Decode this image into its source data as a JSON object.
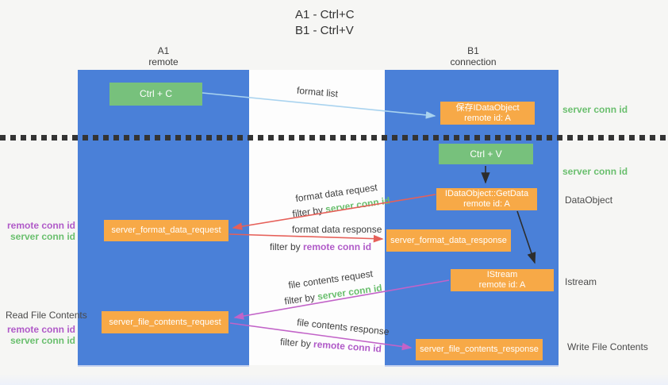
{
  "title": {
    "line1": "A1 - Ctrl+C",
    "line2": "B1 - Ctrl+V"
  },
  "lanes": {
    "left": {
      "header1": "A1",
      "header2": "remote"
    },
    "right": {
      "header1": "B1",
      "header2": "connection"
    }
  },
  "nodes": {
    "ctrl_c": {
      "label": "Ctrl + C"
    },
    "save_dataobject": {
      "line1": "保存IDataObject",
      "line2": "remote id: A"
    },
    "ctrl_v": {
      "label": "Ctrl + V"
    },
    "getdata": {
      "line1": "IDataObject::GetData",
      "line2": "remote id: A"
    },
    "istream": {
      "line1": "IStream",
      "line2": "remote id: A"
    },
    "format_request": {
      "label": "server_format_data_request"
    },
    "format_response": {
      "label": "server_format_data_response"
    },
    "file_request": {
      "label": "server_file_contents_request"
    },
    "file_response": {
      "label": "server_file_contents_response"
    }
  },
  "edge_labels": {
    "format_list": "format list",
    "format_data_request": "format data request",
    "format_req_filter_prefix": "filter by ",
    "format_req_filter_key": "server conn id",
    "format_data_response": "format data response",
    "format_resp_filter_prefix": "filter by ",
    "format_resp_filter_key": "remote conn id",
    "file_contents_request": "file contents request",
    "file_req_filter_prefix": "filter by ",
    "file_req_filter_key": "server conn id",
    "file_contents_response": "file contents response",
    "file_resp_filter_prefix": "filter by ",
    "file_resp_filter_key": "remote conn id"
  },
  "side_labels": {
    "left_format_remote": "remote conn id",
    "left_format_server": "server conn id",
    "read_file_contents": "Read File Contents",
    "left_file_remote": "remote conn id",
    "left_file_server": "server conn id",
    "right_server_conn_top": "server conn id",
    "right_server_conn_mid": "server conn id",
    "dataobject": "DataObject",
    "istream": "Istream",
    "write_file_contents": "Write File Contents"
  },
  "colors": {
    "lane_blue": "#4a80d8",
    "node_orange": "#f7a947",
    "node_green": "#77c17c",
    "green_text": "#6abf6e",
    "purple_text": "#b05ac8",
    "red_arrow": "#e66059",
    "magenta_arrow": "#c263c8",
    "light_blue_arrow": "#a9d3ef",
    "black_arrow": "#2d2d2d"
  }
}
